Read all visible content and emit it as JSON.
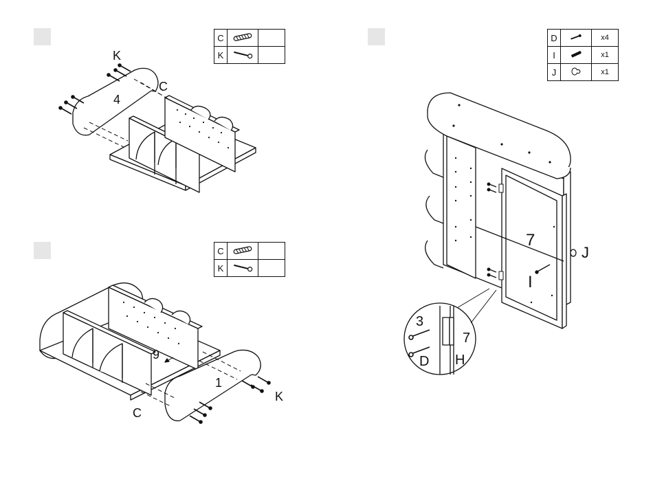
{
  "panels": {
    "top_left": {
      "parts": [
        {
          "letter": "C",
          "qty": "",
          "icon": "dowel-icon"
        },
        {
          "letter": "K",
          "qty": "",
          "icon": "screw-icon"
        }
      ],
      "callouts": {
        "screw": "K",
        "dowel": "C",
        "panel": "4"
      }
    },
    "bottom_left": {
      "parts": [
        {
          "letter": "C",
          "qty": "",
          "icon": "dowel-icon"
        },
        {
          "letter": "K",
          "qty": "",
          "icon": "screw-icon"
        }
      ],
      "callouts": {
        "dowel": "C",
        "screw": "K",
        "panel_side": "1",
        "panel_shelf": "9"
      }
    },
    "right": {
      "parts": [
        {
          "letter": "D",
          "qty": "x4",
          "icon": "small-screw-icon"
        },
        {
          "letter": "I",
          "qty": "x1",
          "icon": "handle-screw-icon"
        },
        {
          "letter": "J",
          "qty": "x1",
          "icon": "knob-icon"
        }
      ],
      "callouts": {
        "door": "7",
        "handle_screw": "I",
        "knob": "J"
      },
      "detail": {
        "hinge": "3",
        "screw": "D",
        "door": "7",
        "panel": "H"
      }
    }
  }
}
